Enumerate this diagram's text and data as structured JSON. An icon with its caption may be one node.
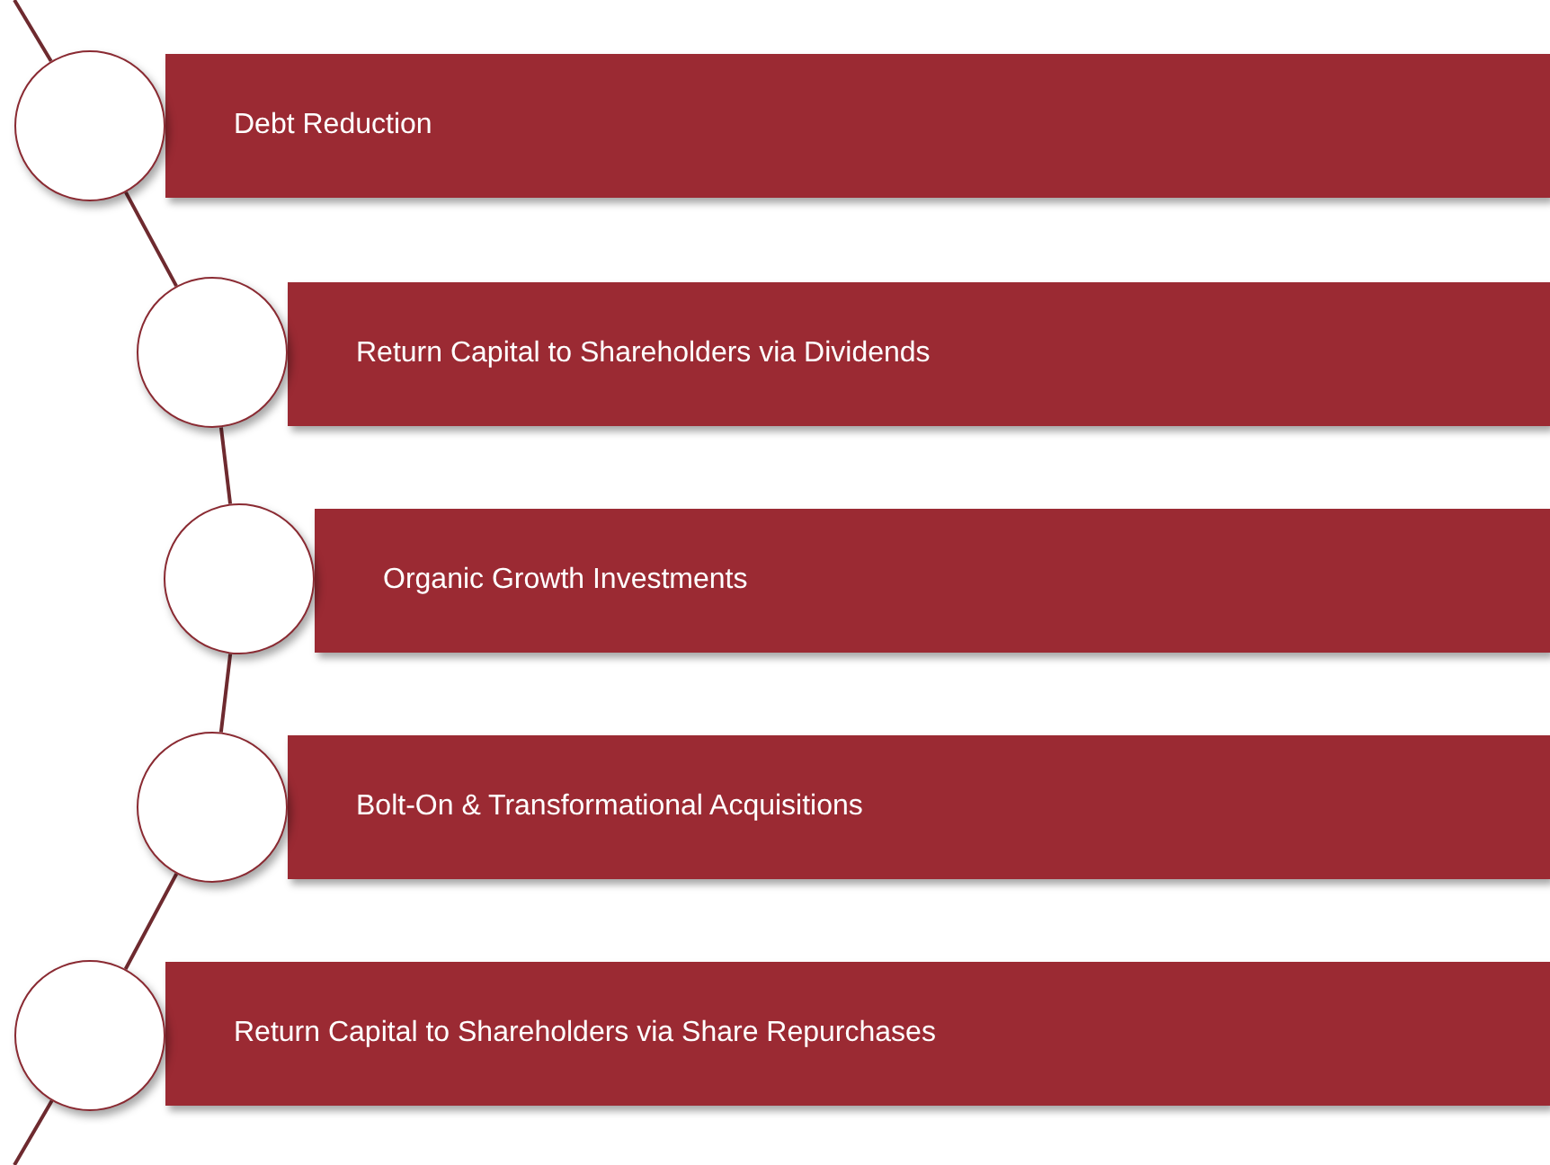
{
  "diagram": {
    "nodes": [
      {
        "text": [],
        "shape": "circle"
      },
      {
        "text": [
          "Debt Reduction"
        ]
      },
      {
        "text": [],
        "shape": "circle"
      },
      {
        "text": [
          "Return Capital to Shareholders via Dividends"
        ]
      },
      {
        "text": [],
        "shape": "circle"
      },
      {
        "text": [
          "Organic Growth Investments"
        ]
      },
      {
        "text": [],
        "shape": "circle"
      },
      {
        "text": [
          "Bolt-On & Transformational Acquisitions"
        ]
      },
      {
        "text": [],
        "shape": "circle"
      },
      {
        "text": [
          "Return Capital to Shareholders via Share Repurchases"
        ]
      }
    ],
    "edges": [
      {
        "from": null,
        "to": 0,
        "arrow": "none"
      },
      {
        "from": 0,
        "to": 2,
        "arrow": "none"
      },
      {
        "from": 2,
        "to": 4,
        "arrow": "none"
      },
      {
        "from": 4,
        "to": 6,
        "arrow": "none"
      },
      {
        "from": 6,
        "to": 8,
        "arrow": "none"
      },
      {
        "from": 8,
        "to": null,
        "arrow": "none"
      }
    ]
  }
}
